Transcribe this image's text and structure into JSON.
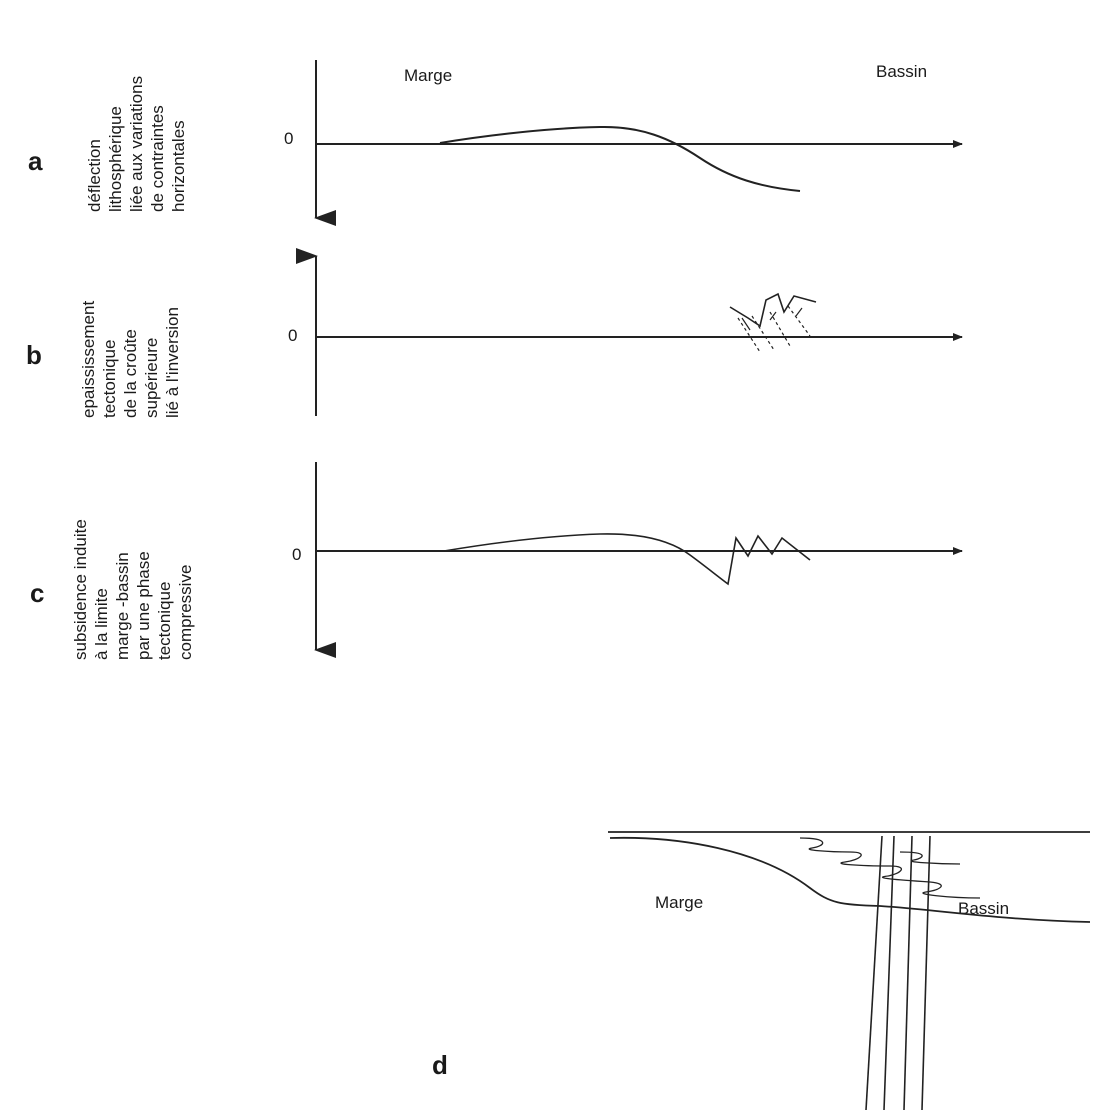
{
  "panels": {
    "a": {
      "letter": "a",
      "zero": "0",
      "label": "déflection\nlithosphérique\nliée aux variations\nde contraintes\nhorizontales"
    },
    "b": {
      "letter": "b",
      "zero": "0",
      "label": "epaississement\ntectonique\nde la croûte\nsupérieure\nlié à l'inversion"
    },
    "c": {
      "letter": "c",
      "zero": "0",
      "label": "subsidence induite\nà la limite\nmarge -bassin\npar une phase\ntectonique\ncompressive"
    },
    "d": {
      "letter": "d"
    }
  },
  "headers": {
    "top_left": "Marge",
    "top_right": "Bassin",
    "bottom_left": "Marge",
    "bottom_right": "Bassin"
  }
}
